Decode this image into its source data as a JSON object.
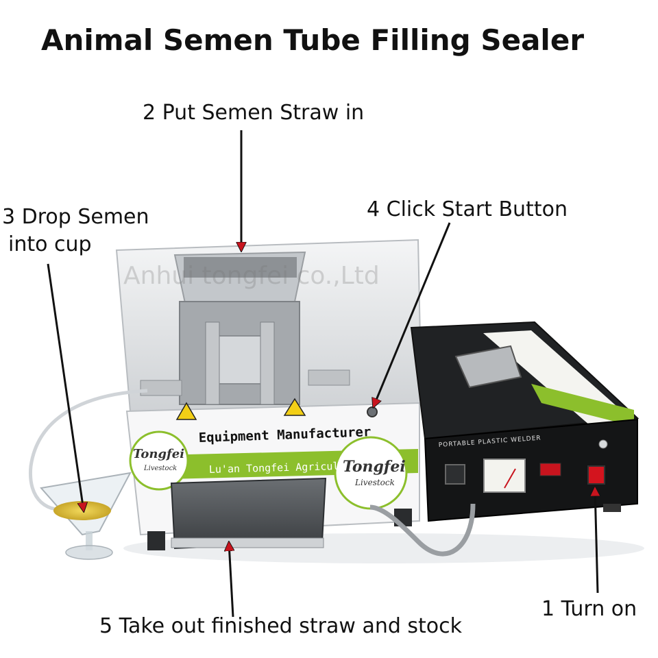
{
  "title": "Animal Semen Tube Filling Sealer",
  "watermark": "Anhui tongfei co.,Ltd",
  "steps": {
    "step1": "1 Turn on",
    "step2": "2 Put Semen Straw in",
    "step3_line1": "3 Drop Semen",
    "step3_line2": "into cup",
    "step4": "4 Click Start Button",
    "step5": "5 Take out finished straw and stock"
  },
  "machine": {
    "front_banner": "Equipment Manufacturer",
    "brand_strip": "Lu'an Tongfei Agriculture",
    "brand_logo": "Tongfei",
    "brand_logo_sub": "Livestock",
    "welder_label": "PORTABLE PLASTIC WELDER"
  },
  "colors": {
    "arrow": "#c8141e",
    "brand_green": "#8cbf2c",
    "welder_body": "#1a1a1a",
    "machine_body": "#e8eaec"
  }
}
